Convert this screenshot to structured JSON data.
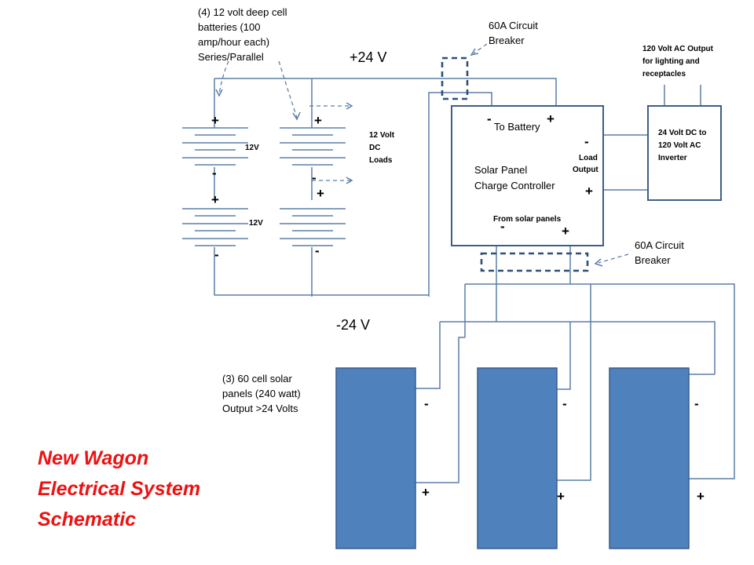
{
  "labels": {
    "batteries_desc": [
      "(4) 12 volt deep cell",
      "batteries  (100",
      "amp/hour each)",
      "Series/Parallel"
    ],
    "pos_bus": "+24 V",
    "neg_bus": "-24 V",
    "breaker_top": [
      "60A Circuit",
      "Breaker"
    ],
    "breaker_bottom": [
      "60A Circuit",
      "Breaker"
    ],
    "ac_output": [
      "120 Volt AC Output",
      "for lighting and",
      "receptacles"
    ],
    "dc_loads": [
      "12 Volt",
      "DC",
      "Loads"
    ],
    "battery_upper_voltage": "12V",
    "battery_lower_voltage": "12V",
    "controller_to_battery": "To Battery",
    "controller_name": [
      "Solar Panel",
      "Charge Controller"
    ],
    "controller_load_output": [
      "Load",
      "Output"
    ],
    "controller_from_solar": "From solar panels",
    "inverter_name": [
      "24 Volt DC to",
      "120 Volt AC",
      "Inverter"
    ],
    "panels_desc": [
      "(3) 60 cell solar",
      "panels (240 watt)",
      "Output >24 Volts"
    ],
    "title_lines": [
      "New Wagon",
      "Electrical System",
      "Schematic"
    ],
    "plus": "+",
    "minus": "-"
  },
  "colors": {
    "wire": "#5b7fa8",
    "panel_fill": "#4f81bd",
    "box_border": "#3d5e86",
    "title": "#ee1111"
  }
}
